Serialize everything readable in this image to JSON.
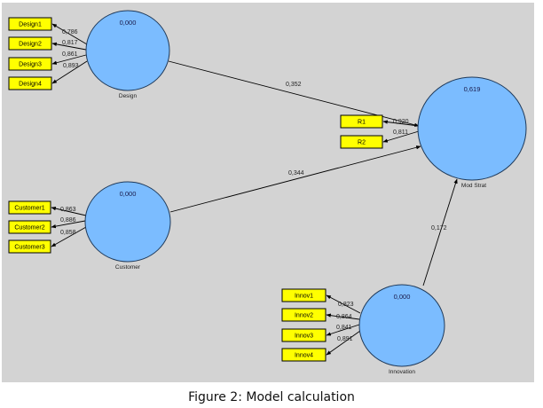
{
  "caption": "Figure 2: Model calculation",
  "colors": {
    "background": "#d3d3d3",
    "latent_fill": "#7bbcff",
    "indicator_fill": "#ffff00"
  },
  "latent_variables": [
    {
      "id": "design",
      "name": "Design",
      "r2": "0,000"
    },
    {
      "id": "customer",
      "name": "Customer",
      "r2": "0,000"
    },
    {
      "id": "modstrat",
      "name": "Mod Strat",
      "r2": "0,619"
    },
    {
      "id": "innovation",
      "name": "Innovation",
      "r2": "0,000"
    }
  ],
  "indicators": [
    {
      "id": "Design1",
      "label": "Design1",
      "latent": "design",
      "loading": "0,786"
    },
    {
      "id": "Design2",
      "label": "Design2",
      "latent": "design",
      "loading": "0,817"
    },
    {
      "id": "Design3",
      "label": "Design3",
      "latent": "design",
      "loading": "0,861"
    },
    {
      "id": "Design4",
      "label": "Design4",
      "latent": "design",
      "loading": "0,893"
    },
    {
      "id": "Customer1",
      "label": "Customer1",
      "latent": "customer",
      "loading": "0,863"
    },
    {
      "id": "Customer2",
      "label": "Customer2",
      "latent": "customer",
      "loading": "0,886"
    },
    {
      "id": "Customer3",
      "label": "Customer3",
      "latent": "customer",
      "loading": "0,858"
    },
    {
      "id": "R1",
      "label": "R1",
      "latent": "modstrat",
      "loading": "0,920"
    },
    {
      "id": "R2",
      "label": "R2",
      "latent": "modstrat",
      "loading": "0,811"
    },
    {
      "id": "Innov1",
      "label": "Innov1",
      "latent": "innovation",
      "loading": "0,823"
    },
    {
      "id": "Innov2",
      "label": "Innov2",
      "latent": "innovation",
      "loading": "0,864"
    },
    {
      "id": "Innov3",
      "label": "Innov3",
      "latent": "innovation",
      "loading": "0,841"
    },
    {
      "id": "Innov4",
      "label": "Innov4",
      "latent": "innovation",
      "loading": "0,891"
    }
  ],
  "paths": [
    {
      "from": "design",
      "to": "modstrat",
      "coefficient": "0,352"
    },
    {
      "from": "customer",
      "to": "modstrat",
      "coefficient": "0,344"
    },
    {
      "from": "innovation",
      "to": "modstrat",
      "coefficient": "0,172"
    }
  ]
}
